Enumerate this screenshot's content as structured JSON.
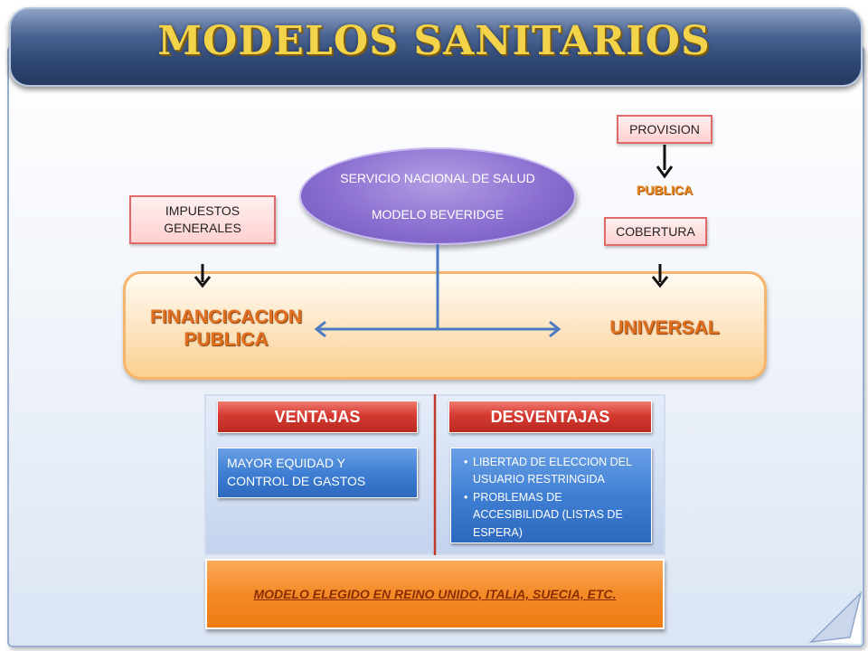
{
  "title": "MODELOS SANITARIOS",
  "oval": {
    "line1": "SERVICIO NACIONAL DE SALUD",
    "line2": "MODELO BEVERIDGE"
  },
  "boxes": {
    "impuestos": "IMPUESTOS GENERALES",
    "provision": "PROVISION",
    "publica_small": "PUBLICA",
    "cobertura": "COBERTURA"
  },
  "band": {
    "left": "FINANCICACION PUBLICA",
    "right": "UNIVERSAL"
  },
  "ventajas": {
    "header": "VENTAJAS",
    "body": "MAYOR EQUIDAD Y CONTROL DE GASTOS"
  },
  "desventajas": {
    "header": "DESVENTAJAS",
    "items": [
      "LIBERTAD DE ELECCION DEL USUARIO RESTRINGIDA",
      "PROBLEMAS DE ACCESIBILIDAD (LISTAS DE ESPERA)"
    ]
  },
  "footer": "MODELO ELEGIDO EN REINO UNIDO, ITALIA, SUECIA, ETC.",
  "colors": {
    "title": "#f3d34a",
    "oval": "#8a6fd1",
    "band_text": "#e0701f",
    "red_header": "#d53a30",
    "blue_box": "#3f7fd3",
    "footer": "#f48a26"
  }
}
